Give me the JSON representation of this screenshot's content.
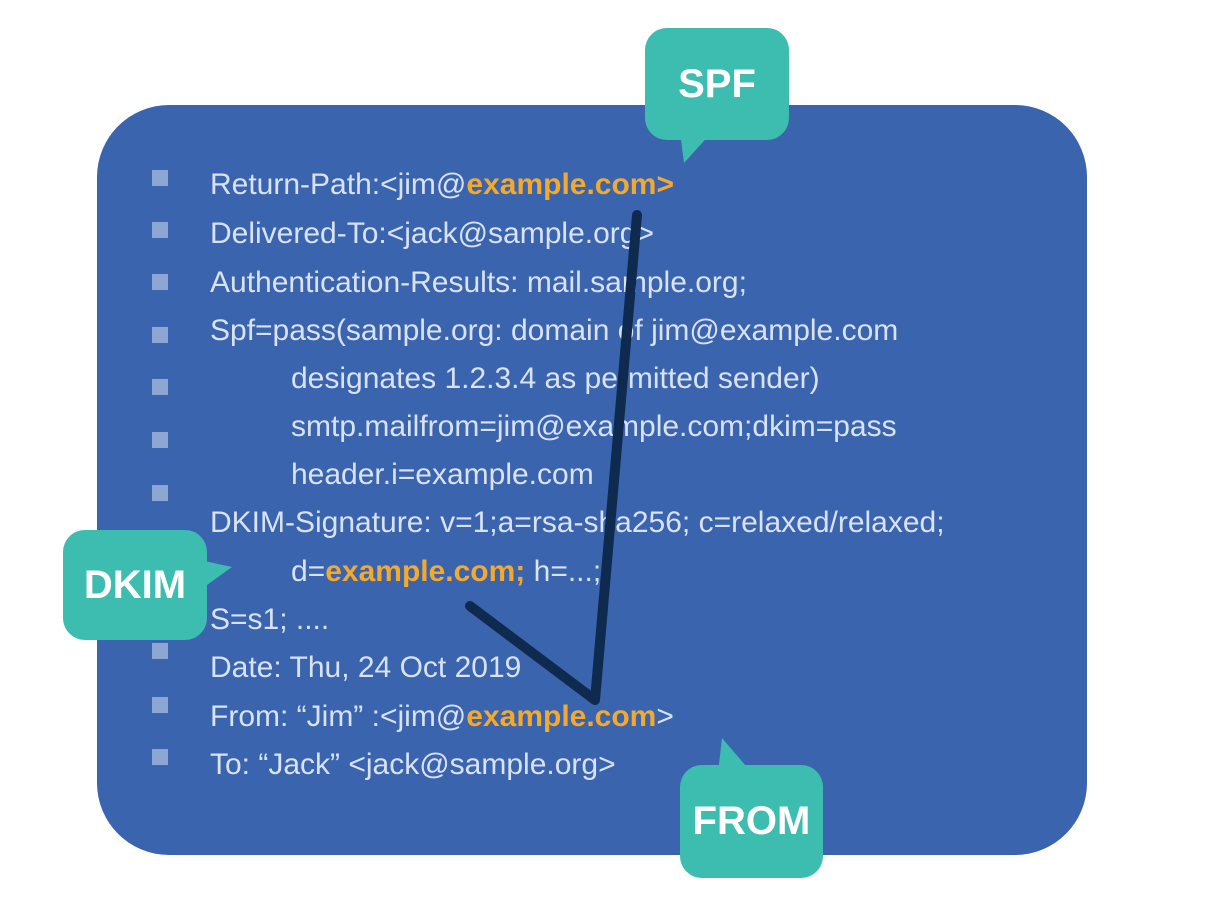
{
  "header_lines": [
    {
      "a": "Return-Path:<jim@",
      "b": "example.com>"
    },
    {
      "a": "Delivered-To:<jack@sample.org>"
    },
    {
      "a": "Authentication-Results: mail.sample.org;"
    },
    {
      "a": "Spf=pass(sample.org: domain of jim@example.com"
    },
    {
      "a": "designates 1.2.3.4 as permitted sender)"
    },
    {
      "a": "smtp.mailfrom=jim@example.com;dkim=pass"
    },
    {
      "a": "header.i=example.com"
    },
    {
      "a": "DKIM-Signature: v=1;a=rsa-sha256; c=relaxed/relaxed;"
    },
    {
      "a": "d=",
      "b": "example.com;",
      "c": " h=...;"
    },
    {
      "a": "S=s1; ...."
    },
    {
      "a": "Date: Thu, 24 Oct 2019"
    },
    {
      "a": "From: “Jim” :<jim@",
      "b": "example.com",
      "c": ">"
    },
    {
      "a": "To: “Jack” <jack@sample.org>"
    }
  ],
  "labels": {
    "spf": "SPF",
    "dkim": "DKIM",
    "from": "FROM"
  },
  "colors": {
    "card": "#3a64ae",
    "highlight": "#f2a92e",
    "bubble": "#3dbcb0",
    "check": "#0f2a4f"
  }
}
